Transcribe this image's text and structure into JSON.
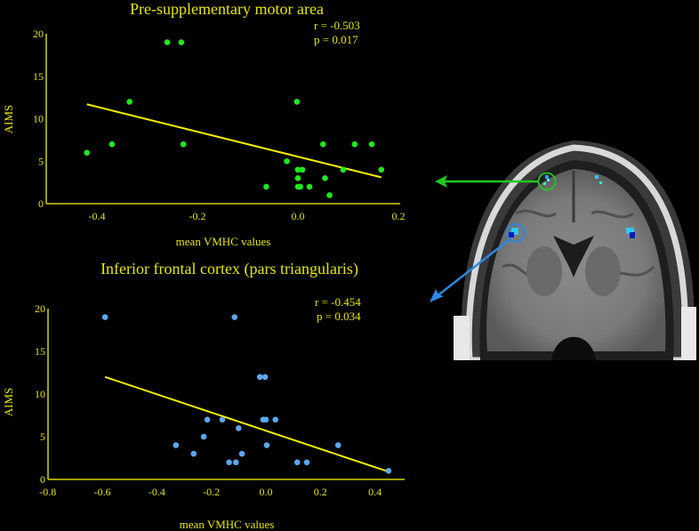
{
  "colors": {
    "background": "#000000",
    "text": "#e6e600",
    "axis": "#d4d400",
    "fit_line": "#f2f000",
    "green_points": "#1ee81e",
    "blue_points": "#5aa8f0",
    "green_arrow": "#22c822",
    "blue_arrow": "#2a88e6"
  },
  "chart_data": [
    {
      "type": "scatter",
      "title": "Pre-supplementary motor area",
      "xlabel": "mean VMHC values",
      "ylabel": "AIMS",
      "xlim": [
        -0.5,
        0.2
      ],
      "ylim": [
        0,
        20
      ],
      "xticks": [
        "-0.4",
        "-0.2",
        "0.0",
        "0.2"
      ],
      "xtick_values": [
        -0.4,
        -0.2,
        0.0,
        0.2
      ],
      "yticks": [
        "0",
        "5",
        "10",
        "15",
        "20"
      ],
      "ytick_values": [
        0,
        5,
        10,
        15,
        20
      ],
      "annotation": {
        "r": "r = -0.503",
        "p": "p = 0.017"
      },
      "point_color": "#1ee81e",
      "grid": false,
      "fit_line": {
        "x": [
          -0.42,
          0.166
        ],
        "y": [
          11.7,
          3.1
        ]
      },
      "points": [
        {
          "x": -0.42,
          "y": 6
        },
        {
          "x": -0.37,
          "y": 7
        },
        {
          "x": -0.335,
          "y": 12
        },
        {
          "x": -0.26,
          "y": 19
        },
        {
          "x": -0.232,
          "y": 19
        },
        {
          "x": -0.228,
          "y": 7
        },
        {
          "x": -0.063,
          "y": 2
        },
        {
          "x": -0.022,
          "y": 5
        },
        {
          "x": -0.002,
          "y": 12
        },
        {
          "x": 0.0,
          "y": 4
        },
        {
          "x": 0.009,
          "y": 4
        },
        {
          "x": 0.0,
          "y": 3
        },
        {
          "x": 0.0,
          "y": 2
        },
        {
          "x": 0.005,
          "y": 2
        },
        {
          "x": 0.023,
          "y": 2
        },
        {
          "x": 0.05,
          "y": 7
        },
        {
          "x": 0.054,
          "y": 3
        },
        {
          "x": 0.063,
          "y": 1
        },
        {
          "x": 0.09,
          "y": 4
        },
        {
          "x": 0.113,
          "y": 7
        },
        {
          "x": 0.147,
          "y": 7
        },
        {
          "x": 0.166,
          "y": 4
        }
      ]
    },
    {
      "type": "scatter",
      "title": "Inferior frontal cortex (pars triangularis)",
      "xlabel": "mean VMHC values",
      "ylabel": "AIMS",
      "xlim": [
        -0.8,
        0.45
      ],
      "ylim": [
        0,
        20
      ],
      "xticks": [
        "-0.8",
        "-0.6",
        "-0.4",
        "-0.2",
        "0.0",
        "0.2",
        "0.4"
      ],
      "xtick_values": [
        -0.8,
        -0.6,
        -0.4,
        -0.2,
        0.0,
        0.2,
        0.4
      ],
      "yticks": [
        "0",
        "5",
        "10",
        "15",
        "20"
      ],
      "ytick_values": [
        0,
        5,
        10,
        15,
        20
      ],
      "annotation": {
        "r": "r = -0.454",
        "p": "p = 0.034"
      },
      "point_color": "#5aa8f0",
      "grid": false,
      "fit_line": {
        "x": [
          -0.59,
          0.45
        ],
        "y": [
          12.0,
          0.9
        ]
      },
      "points": [
        {
          "x": -0.59,
          "y": 19
        },
        {
          "x": -0.115,
          "y": 19
        },
        {
          "x": -0.022,
          "y": 12
        },
        {
          "x": -0.003,
          "y": 12
        },
        {
          "x": -0.215,
          "y": 7
        },
        {
          "x": -0.16,
          "y": 7
        },
        {
          "x": -0.01,
          "y": 7
        },
        {
          "x": 0.0,
          "y": 7
        },
        {
          "x": 0.035,
          "y": 7
        },
        {
          "x": -0.1,
          "y": 6
        },
        {
          "x": -0.228,
          "y": 5
        },
        {
          "x": -0.33,
          "y": 4
        },
        {
          "x": 0.003,
          "y": 4
        },
        {
          "x": 0.265,
          "y": 4
        },
        {
          "x": -0.265,
          "y": 3
        },
        {
          "x": -0.088,
          "y": 3
        },
        {
          "x": -0.135,
          "y": 2
        },
        {
          "x": -0.11,
          "y": 2
        },
        {
          "x": 0.115,
          "y": 2
        },
        {
          "x": 0.15,
          "y": 2
        },
        {
          "x": 0.45,
          "y": 1
        }
      ]
    }
  ],
  "brain_image": {
    "view": "coronal MRI slice",
    "green_marker_label": "Pre-supplementary motor area",
    "blue_marker_label": "Inferior frontal cortex (pars triangularis)"
  }
}
